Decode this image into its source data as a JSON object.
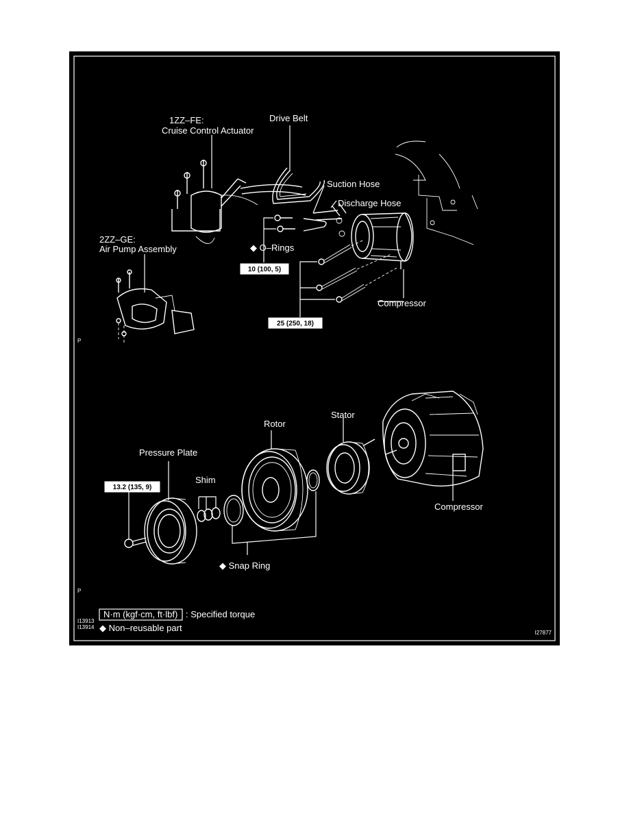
{
  "labels": {
    "cruise_engine": "1ZZ–FE:",
    "cruise_name": "Cruise Control Actuator",
    "drive_belt": "Drive Belt",
    "suction_hose": "Suction Hose",
    "discharge_hose": "Discharge Hose",
    "air_pump_engine": "2ZZ–GE:",
    "air_pump_name": "Air Pump Assembly",
    "o_rings": "◆ O–Rings",
    "compressor_top": "Compressor",
    "rotor": "Rotor",
    "stator": "Stator",
    "pressure_plate": "Pressure Plate",
    "shim": "Shim",
    "compressor_bottom": "Compressor",
    "snap_ring": "◆ Snap Ring"
  },
  "torque": {
    "t1": "10 (100, 5)",
    "t2": "25 (250, 18)",
    "t3": "13.2 (135, 9)"
  },
  "markers": {
    "p_top": "P",
    "p_bottom": "P"
  },
  "legend": {
    "torque_box": "N·m (kgf·cm, ft·lbf)",
    "torque_text": ": Specified torque",
    "nonreuse": "◆ Non–reusable part"
  },
  "codes": {
    "code1": "I13913",
    "code2": "I13914",
    "code3": "I27877"
  },
  "colors": {
    "background": "#000000",
    "line": "#ffffff",
    "page": "#ffffff"
  }
}
